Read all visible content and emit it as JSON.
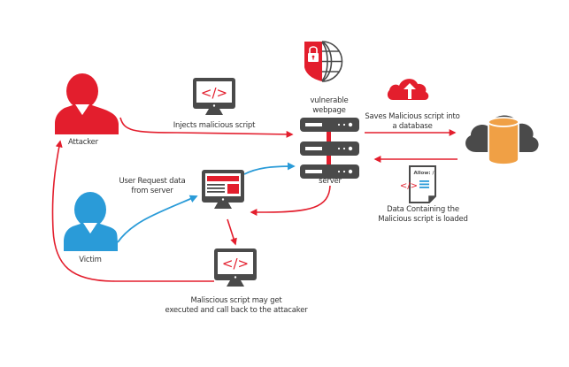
{
  "colors": {
    "attacker_red": "#e31e2d",
    "victim_blue": "#2a9bd8",
    "dark_gray": "#4a4a4a",
    "database_orange": "#f0a045",
    "text": "#333333"
  },
  "nodes": {
    "attacker": {
      "label": "Attacker",
      "icon": "user-icon"
    },
    "victim": {
      "label": "Victim",
      "icon": "user-icon"
    },
    "inject_monitor": {
      "label": "Injects malicious script",
      "icon": "code-monitor-icon"
    },
    "vulnerable_badge": {
      "icon": "shield-lock-globe-icon"
    },
    "server": {
      "title_line1": "vulnerable",
      "title_line2": "webpage",
      "label": "server",
      "icon": "server-rack-icon"
    },
    "cloud_upload": {
      "label_line1": "Saves Malicious script into",
      "label_line2": "a database",
      "icon": "cloud-upload-icon"
    },
    "cloud_database": {
      "icon": "cloud-database-icon"
    },
    "script_document": {
      "doc_header": "Allow: /",
      "label_line1": "Data Containing the",
      "label_line2": "Malicious script is loaded",
      "icon": "script-document-icon"
    },
    "victim_monitor": {
      "label_line1": "User Request data",
      "label_line2": "from server",
      "icon": "webpage-monitor-icon"
    },
    "executed_monitor": {
      "label_line1": "Maliscious script may get",
      "label_line2": "executed and call back to the attacaker",
      "icon": "code-monitor-icon"
    },
    "code_glyph": "</>"
  }
}
